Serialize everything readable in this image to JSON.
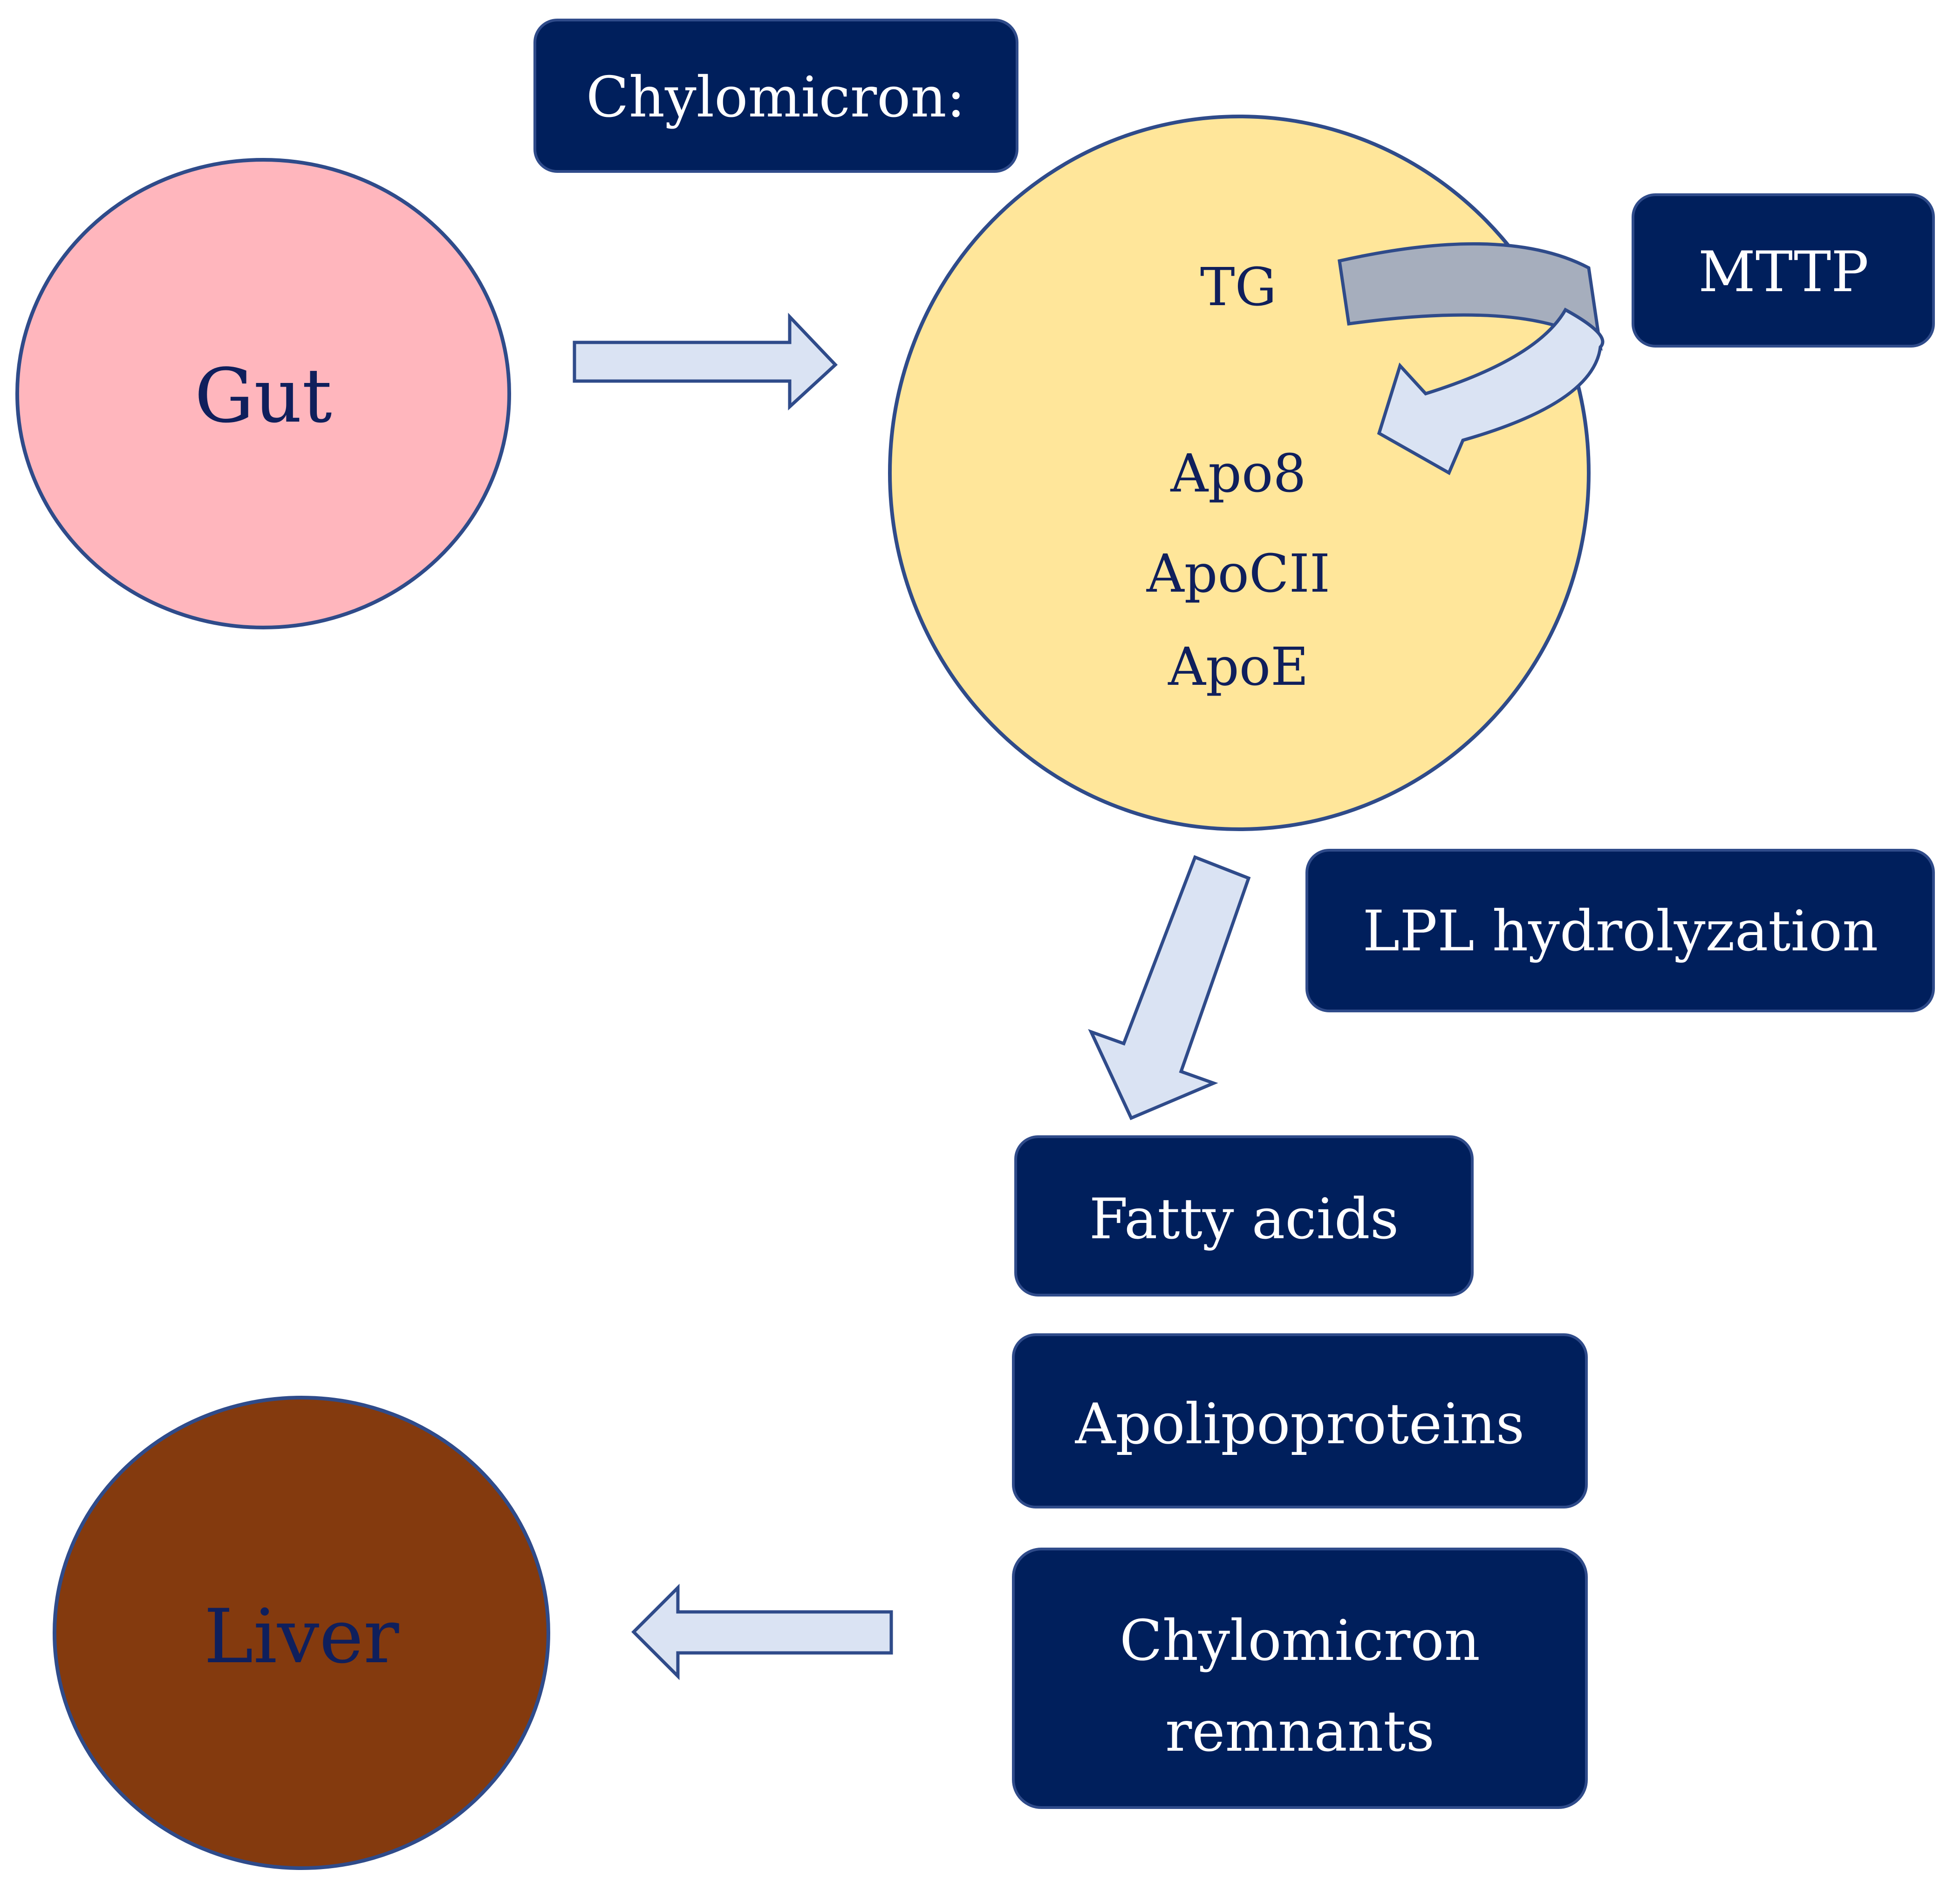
{
  "nodes": {
    "gut": {
      "label": "Gut",
      "color": "#FFB6BD"
    },
    "liver": {
      "label": "Liver",
      "color": "#843A0E"
    },
    "chylomicron": {
      "color": "#FFE69A",
      "contents": [
        "TG",
        "Apo8",
        "ApoCII",
        "ApoE"
      ]
    }
  },
  "boxes": {
    "chylomicron_title": "Chylomicron:",
    "mttp": "MTTP",
    "lpl": "LPL hydrolyzation",
    "fatty_acids": "Fatty acids",
    "apolipoproteins": "Apolipoproteins",
    "remnants": [
      "Chylomicron",
      "remnants"
    ]
  },
  "colors": {
    "box_fill": "#001F5C",
    "outline": "#2F4B8A",
    "arrow_fill": "#DAE3F3",
    "curved_arrow_dark": "#A6AEBD",
    "text_dark": "#0F1F5C"
  }
}
